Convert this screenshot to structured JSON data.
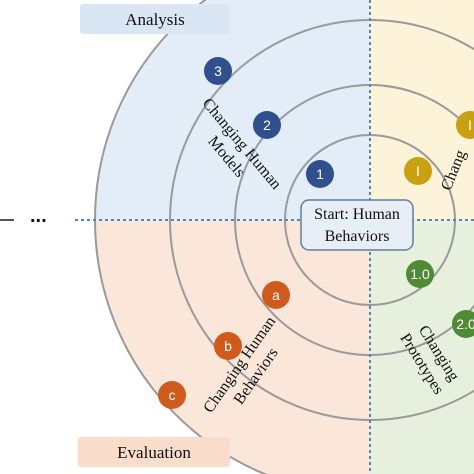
{
  "quadrants": {
    "analysis": {
      "label": "Analysis"
    },
    "evaluation": {
      "label": "Evaluation"
    }
  },
  "center": {
    "line1": "Start: Human",
    "line2": "Behaviors"
  },
  "ellipsis": "...",
  "arcs": {
    "models": {
      "line1": "Changing Human",
      "line2": "Models"
    },
    "behaviors": {
      "line1": "Changing Human",
      "line2": "Behaviors"
    },
    "prototypes": {
      "line1": "Changing",
      "line2": "Prototypes"
    },
    "right_top": {
      "line1": "Chang"
    }
  },
  "markers": {
    "blue_1": "1",
    "blue_2": "2",
    "blue_3": "3",
    "gold_1": "I",
    "gold_2": "I",
    "green_1": "1.0",
    "green_2": "2.0",
    "orange_a": "a",
    "orange_b": "b",
    "orange_c": "c"
  },
  "colors": {
    "analysis_fill": "#e3edf8",
    "design_fill": "#fdf3d9",
    "evaluation_fill": "#fbe6da",
    "prototype_fill": "#e6f0dc",
    "label_analysis": "#d9e6f4",
    "label_evaluation": "#f9dcca",
    "blue": "#2f4f8f",
    "gold": "#c9a010",
    "green": "#4f8a34",
    "orange": "#cf5a1c",
    "ring": "#9a9a9a",
    "divider": "#4f86bd"
  }
}
